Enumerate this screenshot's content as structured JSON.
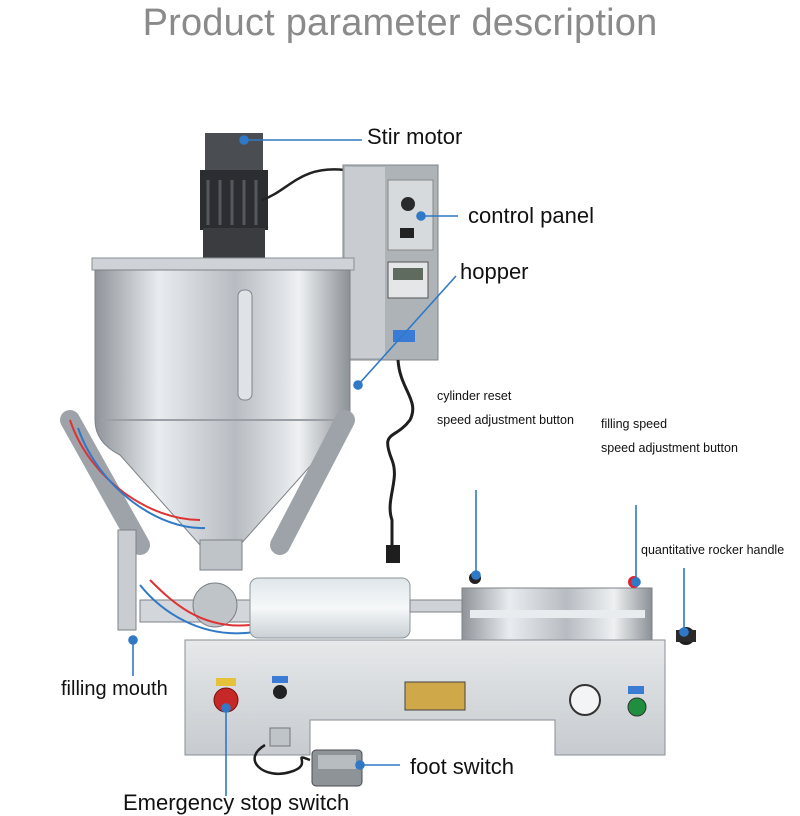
{
  "title": "Product parameter description",
  "labels": {
    "stir_motor": "Stir motor",
    "control_panel": "control panel",
    "hopper": "hopper",
    "cylinder_reset_1": "cylinder reset",
    "cylinder_reset_2": "speed adjustment button",
    "filling_speed_1": "filling speed",
    "filling_speed_2": "speed adjustment button",
    "rocker_handle": "quantitative rocker handle",
    "filling_mouth": "filling mouth",
    "foot_switch": "foot switch",
    "emergency_stop": "Emergency stop switch"
  },
  "colors": {
    "callout": "#2f79c6",
    "title": "#8a8a8a"
  }
}
